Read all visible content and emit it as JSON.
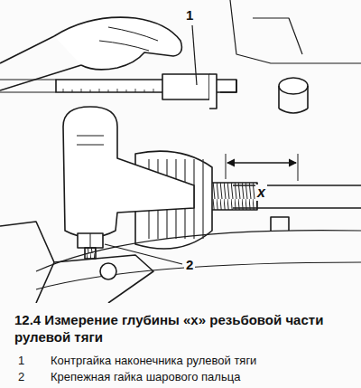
{
  "diagram": {
    "caption": "12.4 Измерение глубины «x» резьбовой части рулевой тяги",
    "labels": [
      "1",
      "2",
      "x",
      "1",
      "Контргайка наконечника рулевой тяги",
      "2",
      "Крепежная гайка шарового пальца"
    ]
  }
}
